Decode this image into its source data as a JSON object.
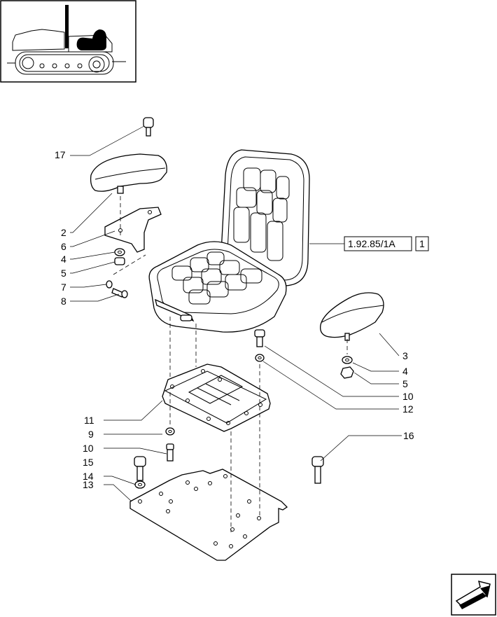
{
  "reference": {
    "code": "1.92.85/1A",
    "page": "1"
  },
  "callouts": [
    "17",
    "2",
    "6",
    "4",
    "5",
    "7",
    "8",
    "3",
    "4",
    "5",
    "10",
    "12",
    "11",
    "9",
    "10",
    "15",
    "14",
    "13",
    "16"
  ],
  "icons": {
    "thumbnail": "tractor-seat-location-icon",
    "navigation": "next-page-arrow-icon"
  }
}
